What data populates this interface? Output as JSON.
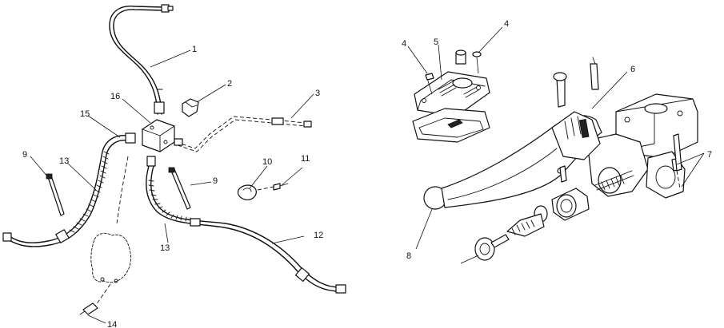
{
  "callouts": {
    "c1": "1",
    "c2": "2",
    "c3": "3",
    "c4a": "4",
    "c4b": "4",
    "c5": "5",
    "c6": "6",
    "c7": "7",
    "c8": "8",
    "c9a": "9",
    "c9b": "9",
    "c10": "10",
    "c11": "11",
    "c12": "12",
    "c13a": "13",
    "c13b": "13",
    "c14": "14",
    "c15": "15",
    "c16": "16"
  }
}
